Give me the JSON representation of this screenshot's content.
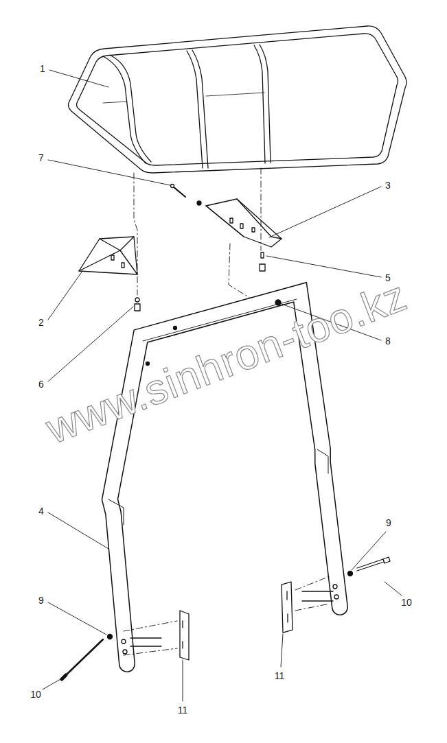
{
  "diagram": {
    "labels": [
      "1",
      "7",
      "3",
      "5",
      "2",
      "6",
      "8",
      "4",
      "9",
      "9",
      "10",
      "10",
      "11",
      "11",
      "www.sinhron-too.kz"
    ]
  }
}
